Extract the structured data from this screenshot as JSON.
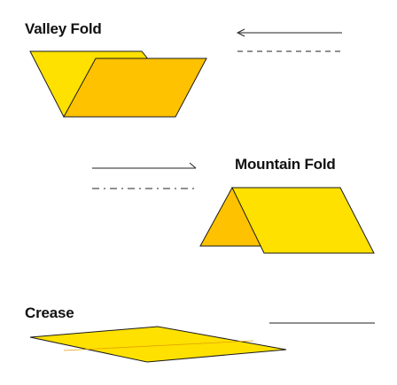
{
  "labels": {
    "valley_fold": "Valley Fold",
    "mountain_fold": "Mountain Fold",
    "crease": "Crease"
  },
  "colors": {
    "paper_front": "#ffe100",
    "paper_back": "#ffc200",
    "outline": "#1a1a1a",
    "crease_line": "#e0a000",
    "symbol_line": "#222222"
  },
  "icons": {
    "valley_arrow": "arrow-left-icon",
    "mountain_arrow": "half-arrow-right-icon"
  }
}
